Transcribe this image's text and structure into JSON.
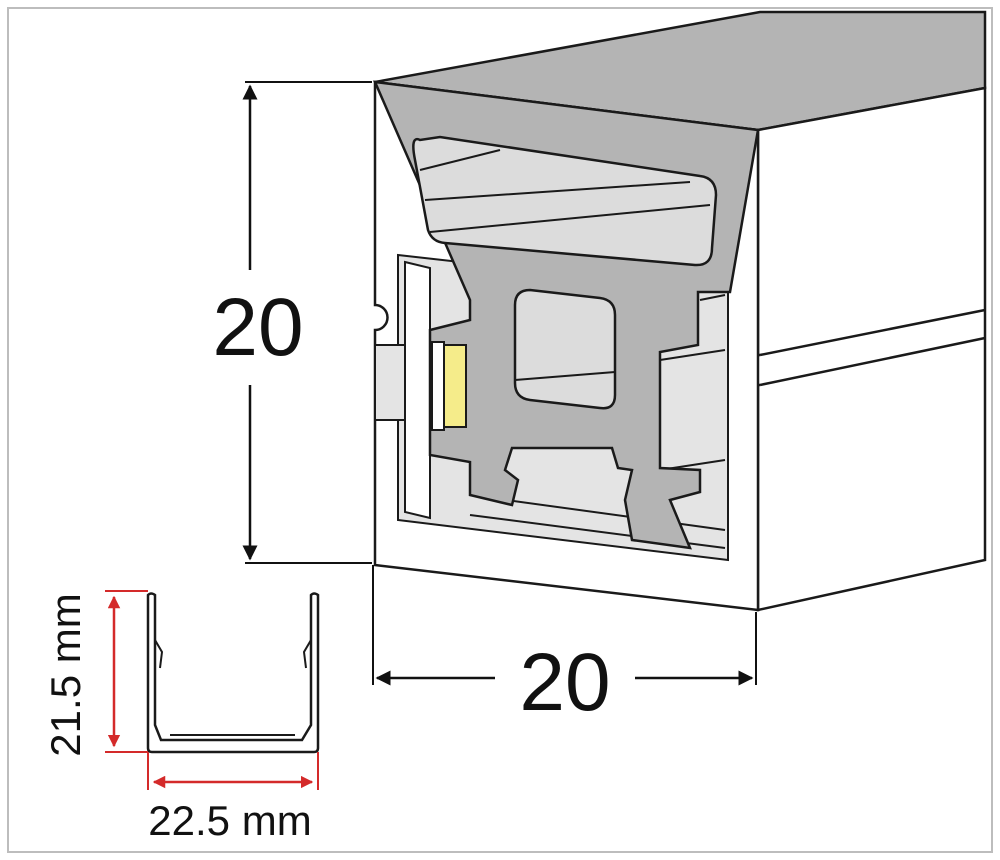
{
  "diagram": {
    "height_label": "20",
    "width_label": "20",
    "profile_height_label": "21.5 mm",
    "profile_width_label": "22.5 mm"
  },
  "colors": {
    "silicone": "#b4b4b4",
    "silicone_face": "#c2c2c2",
    "cavity": "#dcdcdc",
    "outline": "#1a1a1a",
    "led": "#f5ec8a",
    "profile_dimension": "#d42a2a",
    "background": "#ffffff"
  }
}
